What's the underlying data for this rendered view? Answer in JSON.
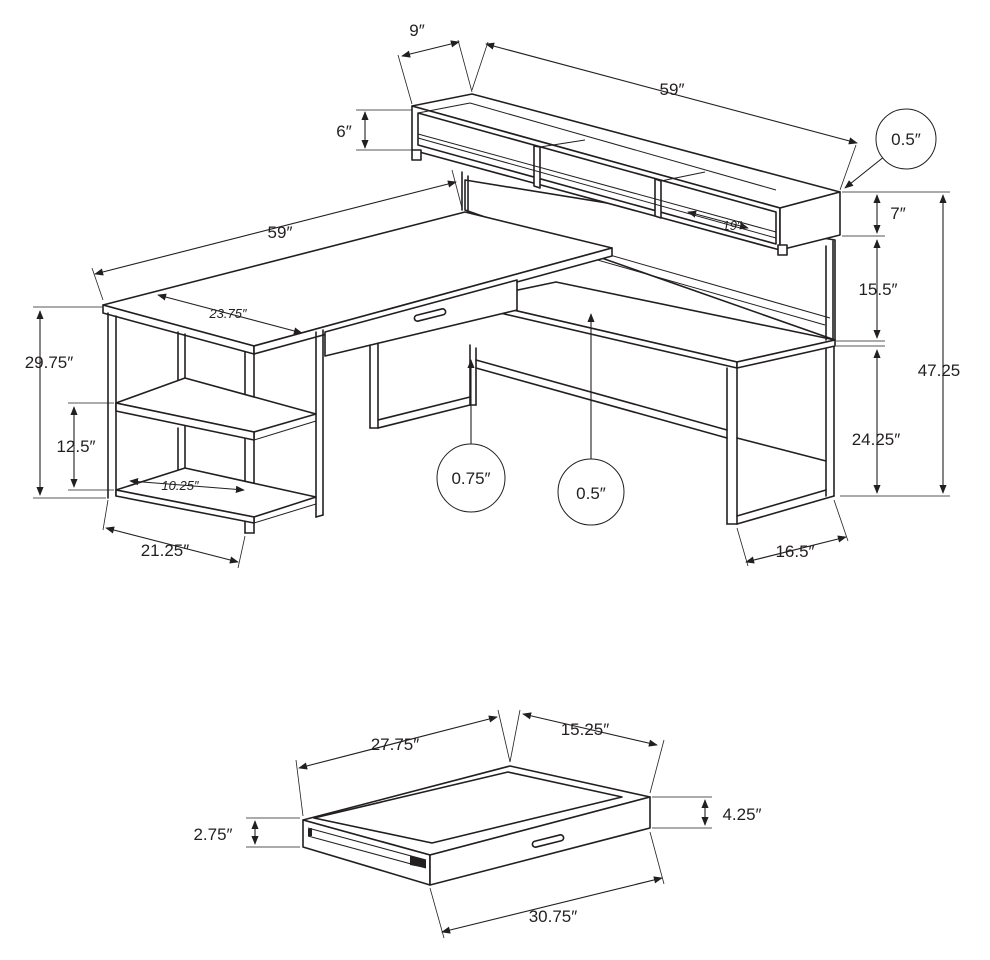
{
  "desk": {
    "hutch_depth": "9″",
    "hutch_width": "59″",
    "hutch_height": "6″",
    "hutch_thickness": "0.5″",
    "desk_width": "59″",
    "return_depth": "23.75″",
    "cubby_width": "19″",
    "hutch_clearance": "7″",
    "riser_height": "15.5″",
    "overall_height": "47.25",
    "desk_height": "29.75″",
    "shelf_spacing": "12.5″",
    "shelf_depth": "10.25″",
    "shelf_unit_width": "21.25″",
    "top_thickness": "0.75″",
    "back_thickness": "0.5″",
    "knee_height": "24.25″",
    "desk_depth": "16.5″"
  },
  "drawer": {
    "width": "27.75″",
    "depth": "15.25″",
    "front_height": "4.25″",
    "box_height": "2.75″",
    "overall_width": "30.75″"
  }
}
